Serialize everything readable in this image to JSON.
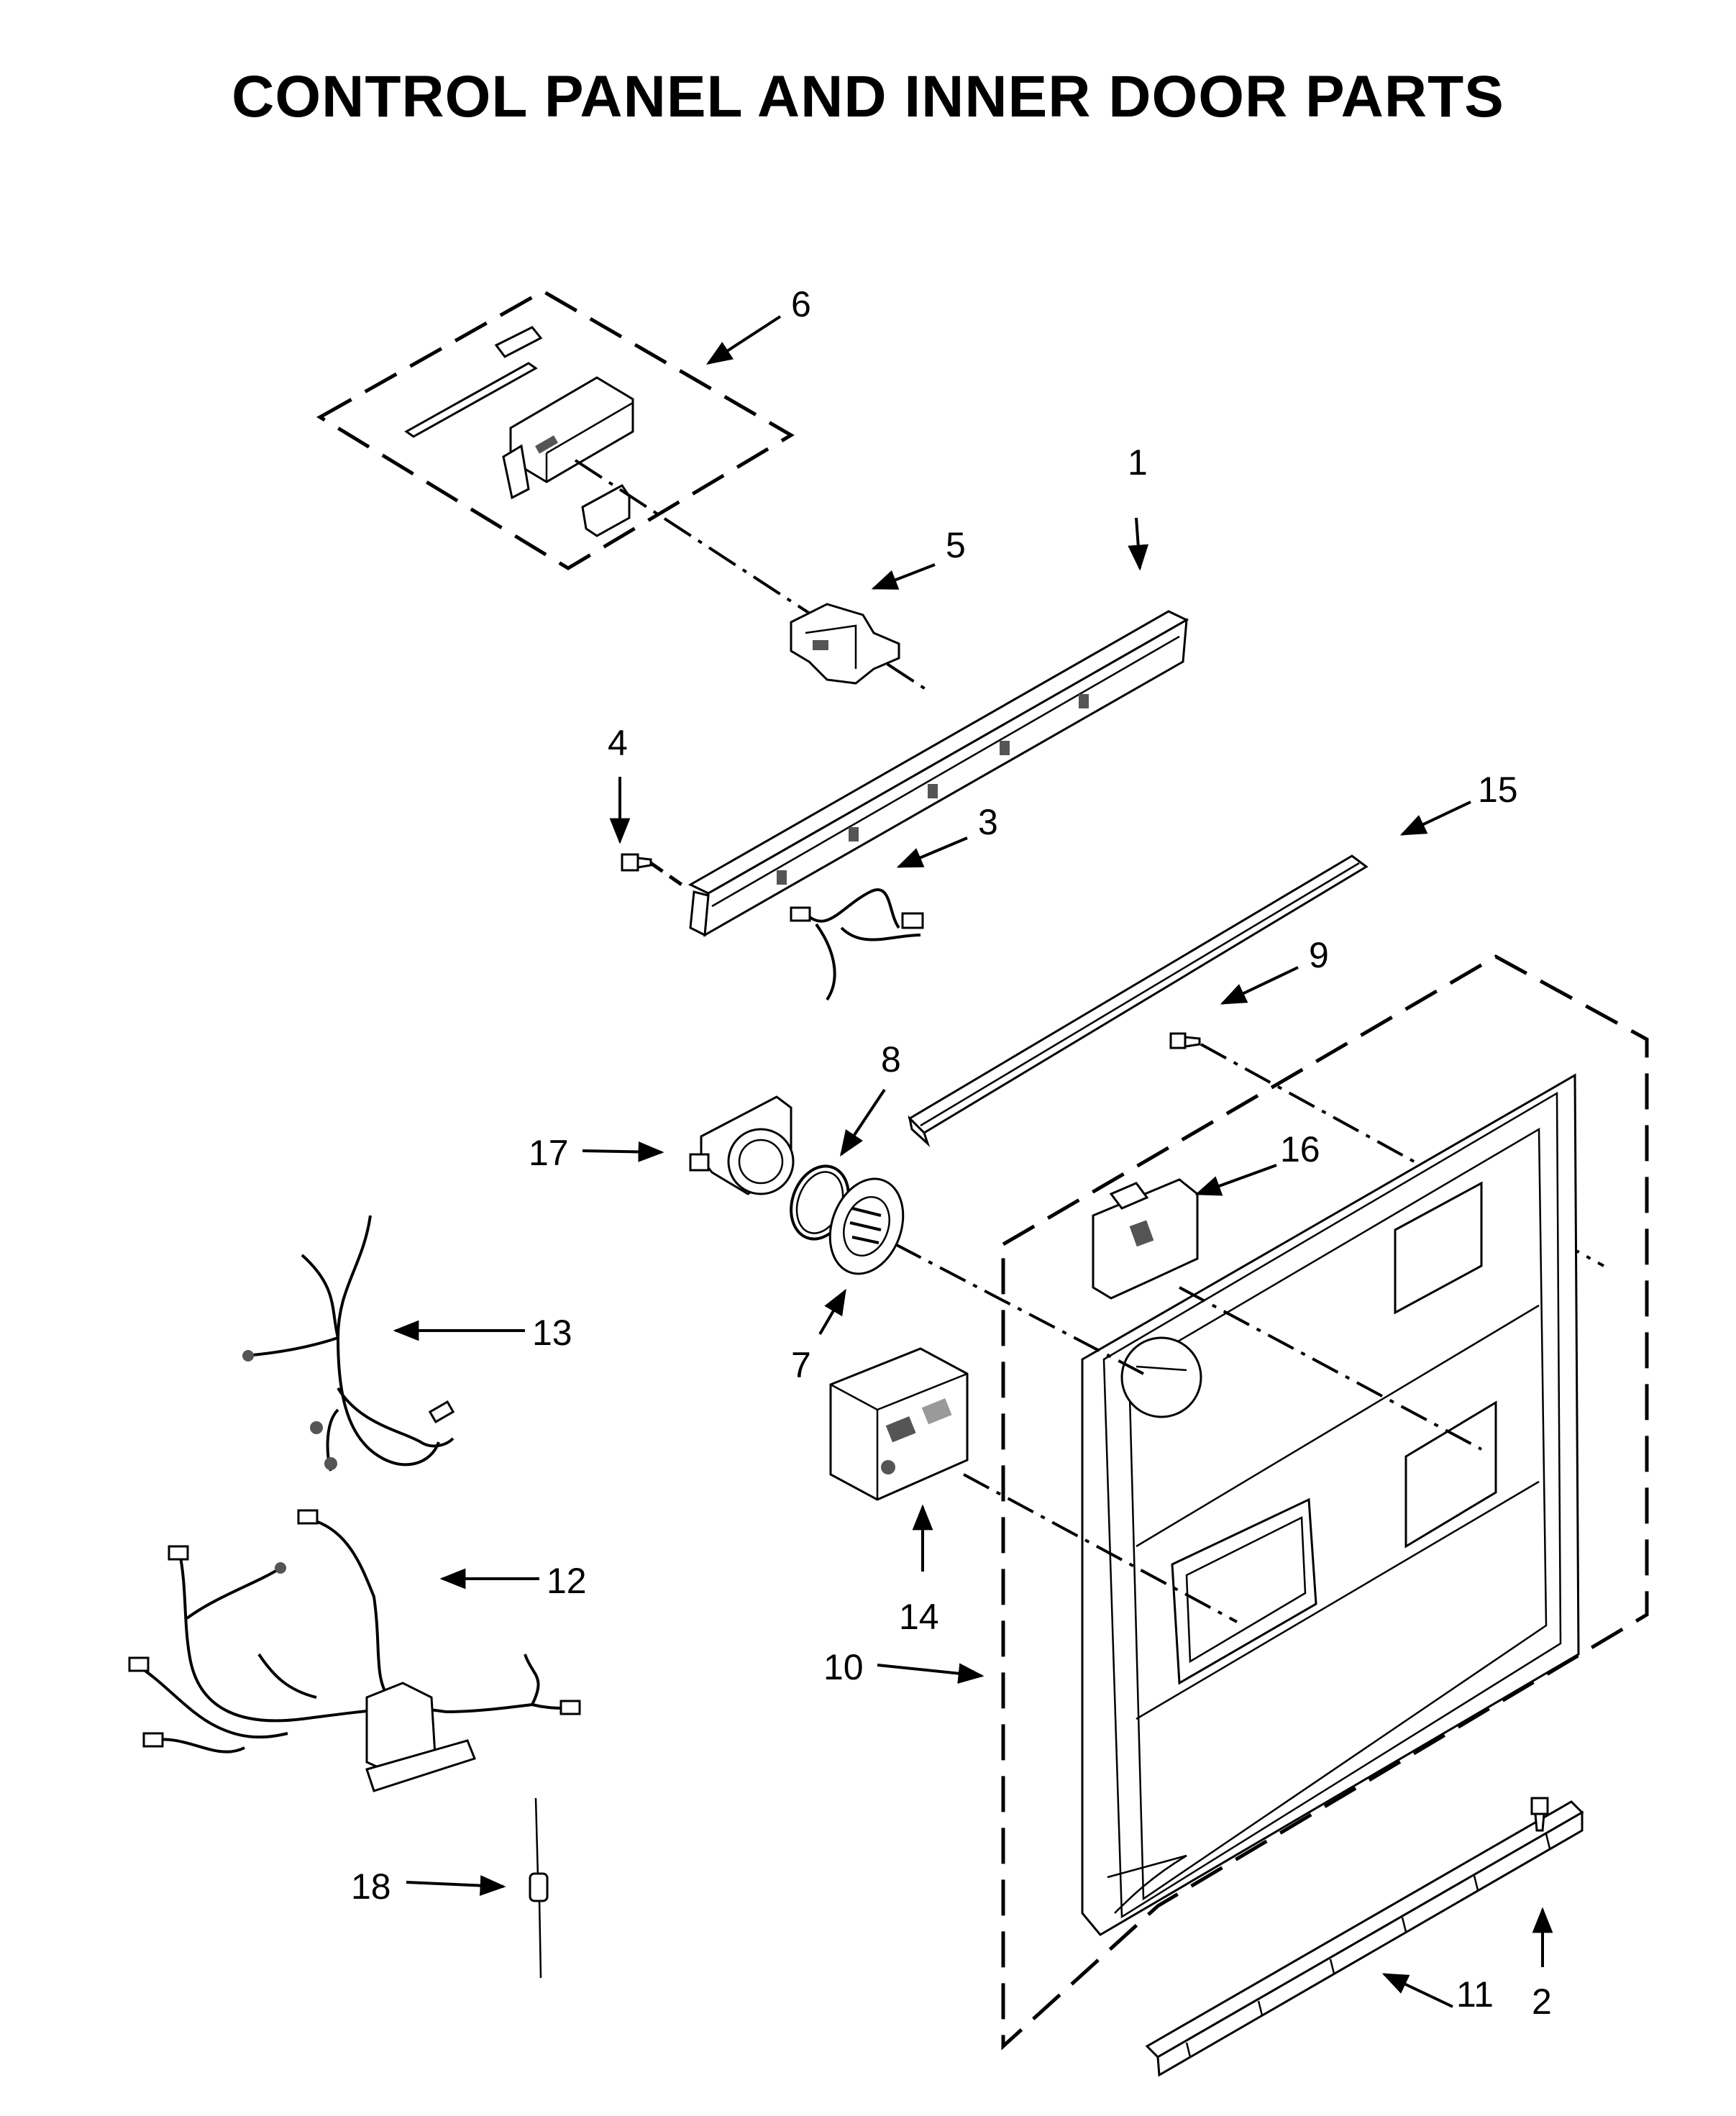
{
  "title": "CONTROL PANEL AND INNER DOOR PARTS",
  "callouts": [
    "1",
    "2",
    "3",
    "4",
    "5",
    "6",
    "7",
    "8",
    "9",
    "10",
    "11",
    "12",
    "13",
    "14",
    "15",
    "16",
    "17",
    "18"
  ],
  "parts": [
    {
      "label": "1",
      "icon": "control-panel-icon"
    },
    {
      "label": "2",
      "icon": "screw-icon"
    },
    {
      "label": "3",
      "icon": "wire-harness-icon"
    },
    {
      "label": "4",
      "icon": "screw-icon"
    },
    {
      "label": "5",
      "icon": "bracket-icon"
    },
    {
      "label": "6",
      "icon": "assembly-kit-icon"
    },
    {
      "label": "7",
      "icon": "vent-icon"
    },
    {
      "label": "8",
      "icon": "gasket-ring-icon"
    },
    {
      "label": "9",
      "icon": "screw-icon"
    },
    {
      "label": "10",
      "icon": "inner-door-icon"
    },
    {
      "label": "11",
      "icon": "trim-strip-icon"
    },
    {
      "label": "12",
      "icon": "wire-harness-icon"
    },
    {
      "label": "13",
      "icon": "wire-harness-icon"
    },
    {
      "label": "14",
      "icon": "dispenser-icon"
    },
    {
      "label": "15",
      "icon": "door-seal-icon"
    },
    {
      "label": "16",
      "icon": "door-latch-icon"
    },
    {
      "label": "17",
      "icon": "vent-housing-icon"
    },
    {
      "label": "18",
      "icon": "fuse-icon"
    }
  ]
}
